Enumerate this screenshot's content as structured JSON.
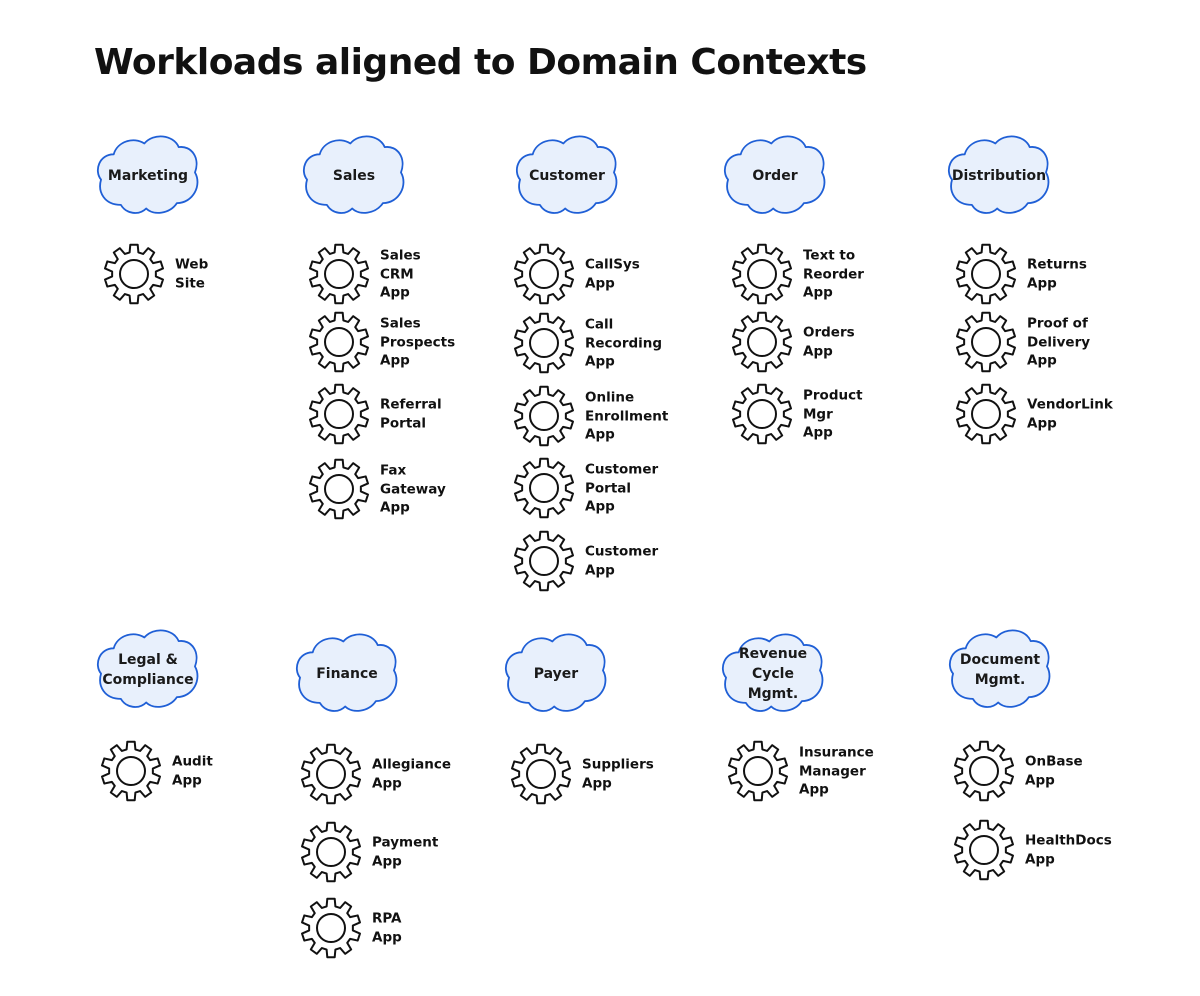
{
  "title": "Workloads aligned to Domain Contexts",
  "colors": {
    "cloud_fill": "#e8f0fc",
    "cloud_stroke": "#1f5fd6",
    "gear_stroke": "#111111",
    "text": "#111111"
  },
  "icons": {
    "domain": "cloud-icon",
    "app": "gear-icon"
  },
  "domains": [
    {
      "name": "Marketing",
      "apps": [
        "Web Site"
      ]
    },
    {
      "name": "Sales",
      "apps": [
        "Sales CRM\nApp",
        "Sales\nProspects\nApp",
        "Referral\nPortal",
        "Fax Gateway\nApp"
      ]
    },
    {
      "name": "Customer",
      "apps": [
        "CallSys\nApp",
        "Call Recording\nApp",
        "Online\nEnrollment\nApp",
        "Customer\nPortal\nApp",
        "Customer\nApp"
      ]
    },
    {
      "name": "Order",
      "apps": [
        "Text to\nReorder App",
        "Orders App",
        "Product Mgr\nApp"
      ]
    },
    {
      "name": "Distribution",
      "apps": [
        "Returns\nApp",
        "Proof of Delivery\nApp",
        "VendorLink\nApp"
      ]
    },
    {
      "name": "Legal &\nCompliance",
      "apps": [
        "Audit\nApp"
      ]
    },
    {
      "name": "Finance",
      "apps": [
        "Allegiance\nApp",
        "Payment\nApp",
        "RPA App"
      ]
    },
    {
      "name": "Payer",
      "apps": [
        "Suppliers\nApp"
      ]
    },
    {
      "name": "Revenue\nCycle\nMgmt.",
      "apps": [
        "Insurance\nManager App"
      ]
    },
    {
      "name": "Document\nMgmt.",
      "apps": [
        "OnBase\nApp",
        "HealthDocs\nApp"
      ]
    }
  ]
}
